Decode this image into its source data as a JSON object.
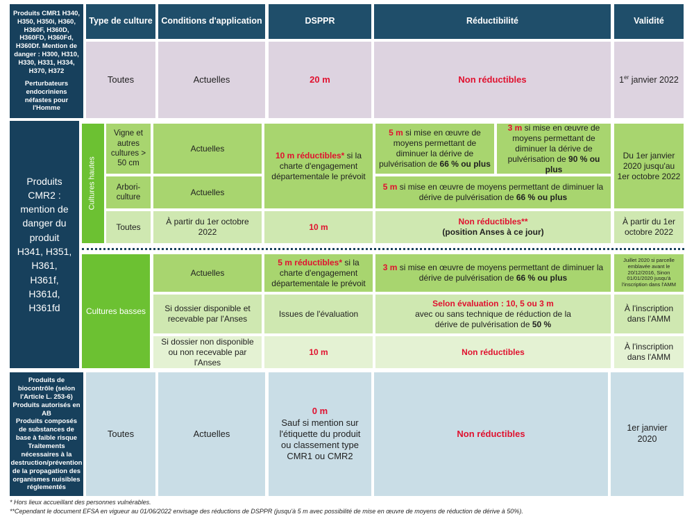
{
  "header": {
    "type_culture": "Type de culture",
    "conditions": "Conditions d'application",
    "dsppr": "DSPPR",
    "reductibilite": "Réductibilité",
    "validite": "Validité"
  },
  "cmr1": {
    "label": "Produits CMR1 H340, H350, H350i, H360, H360F, H360D, H360FD, H360Fd, H360Df. Mention de danger : H300, H310, H330, H331, H334, H370, H372",
    "label2": "Perturbateurs endocriniens néfastes pour l'Homme",
    "type": "Toutes",
    "conditions": "Actuelles",
    "dsppr": "20 m",
    "reductibilite": "Non réductibles",
    "validite_pre": "1",
    "validite_sup": "er",
    "validite_post": " janvier 2022"
  },
  "cmr2": {
    "label": "Produits CMR2 : mention de danger du produit H341, H351, H361, H361f, H361d, H361fd",
    "hautes_label": "Cultures hautes",
    "vigne": {
      "type": "Vigne et autres cultures > 50 cm",
      "conditions": "Actuelles",
      "dsppr_red": "10 m réductibles*",
      "dsppr_rest": " si la charte d'engagement départementale le prévoit",
      "red1_red": "5 m",
      "red1_rest": " si mise en œuvre de moyens permettant de diminuer la dérive de pulvérisation de ",
      "red1_bold": "66 % ou plus",
      "red2_red": "3 m",
      "red2_rest": " si mise en œuvre de moyens permettant de diminuer la dérive de pulvérisation de ",
      "red2_bold": "90 % ou plus",
      "validite": "Du 1er janvier 2020 jusqu'au 1er octobre 2022"
    },
    "arbo": {
      "type": "Arbori-culture",
      "conditions": "Actuelles",
      "red_red": "5 m",
      "red_rest": " si mise en œuvre de moyens permettant de diminuer la dérive de pulvérisation de ",
      "red_bold": "66 % ou plus"
    },
    "toutes": {
      "type": "Toutes",
      "conditions": "À partir du 1er octobre 2022",
      "dsppr": "10 m",
      "red_red": "Non réductibles**",
      "red_bold": "(position Anses à ce jour)",
      "validite": "À partir du 1er octobre 2022"
    },
    "basses_label": "Cultures basses",
    "basses1": {
      "conditions": "Actuelles",
      "dsppr_red": "5 m réductibles*",
      "dsppr_rest": " si la charte d'engagement départementale le prévoit",
      "red_red": "3 m",
      "red_rest": " si mise en œuvre de moyens permettant de diminuer la dérive de pulvérisation de ",
      "red_bold": "66 % ou plus",
      "validite": "Juillet 2020 si parcelle emblavée avant le 20/12/2016, Sinon 01/01/2020 jusqu'à l'inscription dans l'AMM"
    },
    "basses2": {
      "conditions": "Si dossier disponible et recevable par l'Anses",
      "dsppr": "Issues de l'évaluation",
      "red_red": "Selon évaluation : 10, 5 ou 3 m",
      "red_rest": "avec ou sans technique de réduction de la dérive de pulvérisation de ",
      "red_bold": "50 %",
      "validite": "À l'inscription dans l'AMM"
    },
    "basses3": {
      "conditions": "Si dossier non disponible ou non recevable par l'Anses",
      "dsppr": "10 m",
      "reductibilite": "Non réductibles",
      "validite": "À l'inscription dans l'AMM"
    }
  },
  "bio": {
    "labels": [
      "Produits de biocontrôle (selon l'Article L. 253-6)",
      "Produits autorisés en AB",
      "Produits composés de substances de base à faible risque",
      "Traitements nécessaires à la destruction/prévention de la propagation des organismes nuisibles réglementés"
    ],
    "type": "Toutes",
    "conditions": "Actuelles",
    "dsppr_red": "0 m",
    "dsppr_rest": "Sauf si mention sur l'étiquette du produit ou classement type CMR1 ou CMR2",
    "reductibilite": "Non réductibles",
    "validite": "1er janvier 2020"
  },
  "notes": {
    "note1": "* Hors lieux accueillant des personnes vulnérables.",
    "note2": "**Cependant le document EFSA en vigueur au 01/06/2022 envisage des réductions de DSPPR (jusqu'à 5 m avec possibilité de mise en œuvre de moyens de réduction de dérive à 50%)."
  },
  "colors": {
    "header": "#1f4e6a",
    "red_text": "#e0112f",
    "green_dark": "#6cc132",
    "pink": "#ddd3e0",
    "blue": "#c9dde6"
  }
}
